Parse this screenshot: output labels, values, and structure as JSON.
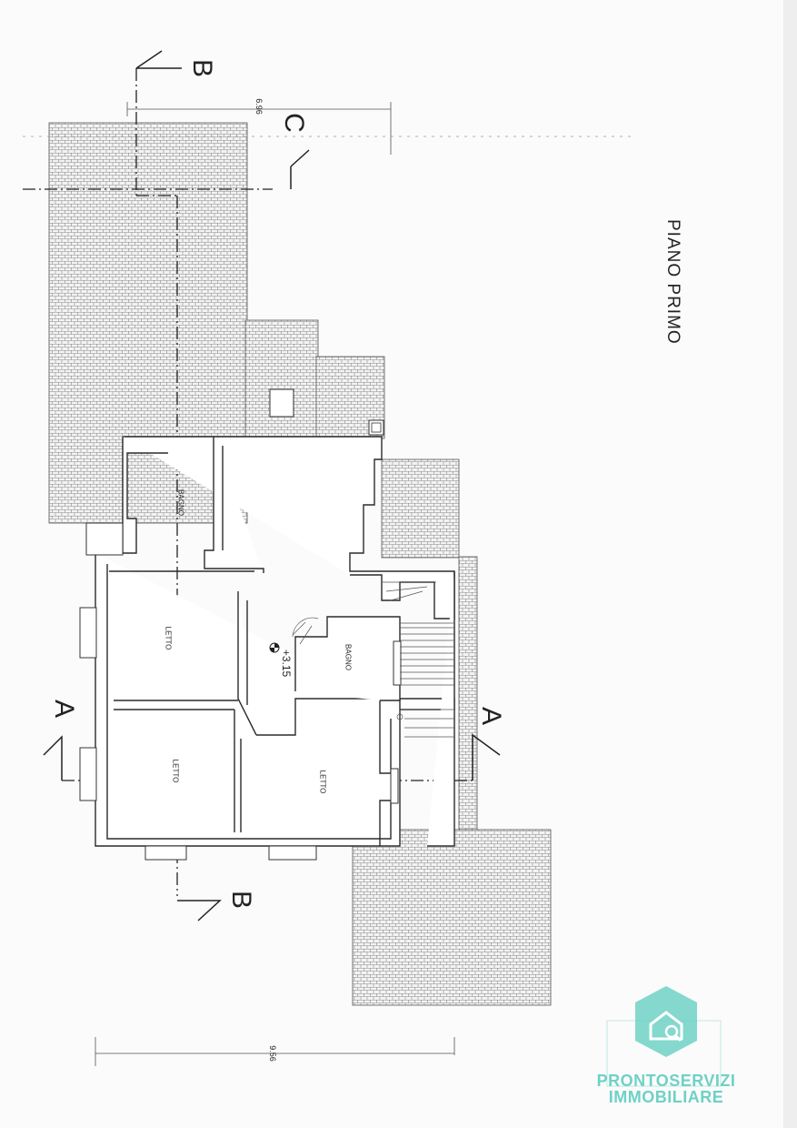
{
  "drawing": {
    "title": "PIANO PRIMO",
    "rooms": [
      "BAGNO",
      "LETTO",
      "BAGNO",
      "LETTO",
      "LETTO"
    ],
    "level": "+3.15",
    "dimensions": [
      "6.96",
      "9.56"
    ],
    "section_labels": [
      "B",
      "C",
      "A",
      "A",
      "B"
    ]
  },
  "watermark": {
    "line1": "PRONTOSERVIZI",
    "line2": "IMMOBILIARE",
    "color": "#6fd1c6",
    "icon": "house-search-icon"
  },
  "colors": {
    "line": "#2b2b2b",
    "roof": "#9a9a9a",
    "paper": "#fbfbfb"
  }
}
